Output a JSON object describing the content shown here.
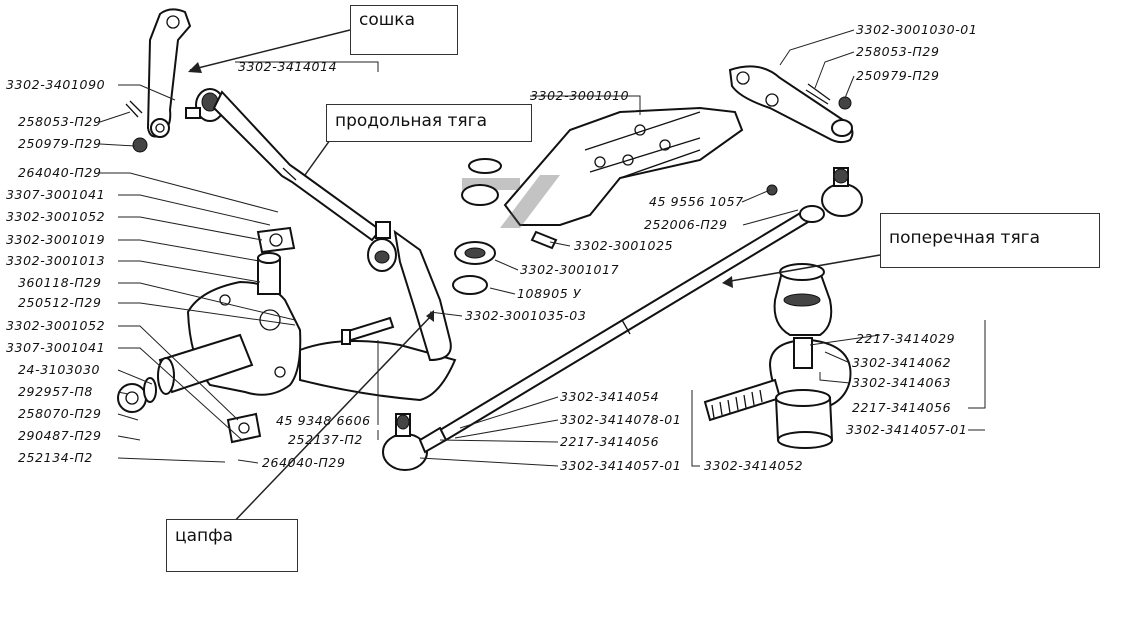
{
  "callouts": {
    "soshka": "сошка",
    "prodolnaya": "продольная тяга",
    "poperechnaya": "поперечная тяга",
    "tsapfa": "цапфа"
  },
  "parts": {
    "p3302_3401090": "3302-3401090",
    "p3302_3414014": "3302-3414014",
    "p258053_left": "258053-П29",
    "p250979_left": "250979-П29",
    "p264040_top": "264040-П29",
    "p3307_3001041_top": "3307-3001041",
    "p3302_3001052_top": "3302-3001052",
    "p3302_3001019": "3302-3001019",
    "p3302_3001013": "3302-3001013",
    "p360118": "360118-П29",
    "p250512": "250512-П29",
    "p3302_3001052_bot": "3302-3001052",
    "p3307_3001041_bot": "3307-3001041",
    "p24_3103030": "24-3103030",
    "p292957": "292957-П8",
    "p258070": "258070-П29",
    "p290487": "290487-П29",
    "p252134": "252134-П2",
    "p3302_3001010": "3302-3001010",
    "p3302_3001025": "3302-3001025",
    "p3302_3001017": "3302-3001017",
    "p108905": "108905 У",
    "p3302_3001035": "3302-3001035-03",
    "p45_9348": "45 9348 6606",
    "p252137": "252137-П2",
    "p264040_bot": "264040-П29",
    "p3302_3001030": "3302-3001030-01",
    "p258053_right": "258053-П29",
    "p250979_right": "250979-П29",
    "p45_9556": "45 9556 1057",
    "p252006": "252006-П29",
    "p2217_3414029": "2217-3414029",
    "p3302_3414062": "3302-3414062",
    "p3302_3414063": "3302-3414063",
    "p2217_3414056_r": "2217-3414056",
    "p3302_3414057_r": "3302-3414057-01",
    "p3302_3414054": "3302-3414054",
    "p3302_3414078": "3302-3414078-01",
    "p2217_3414056_b": "2217-3414056",
    "p3302_3414057_b": "3302-3414057-01",
    "p3302_3414052": "3302-3414052"
  }
}
